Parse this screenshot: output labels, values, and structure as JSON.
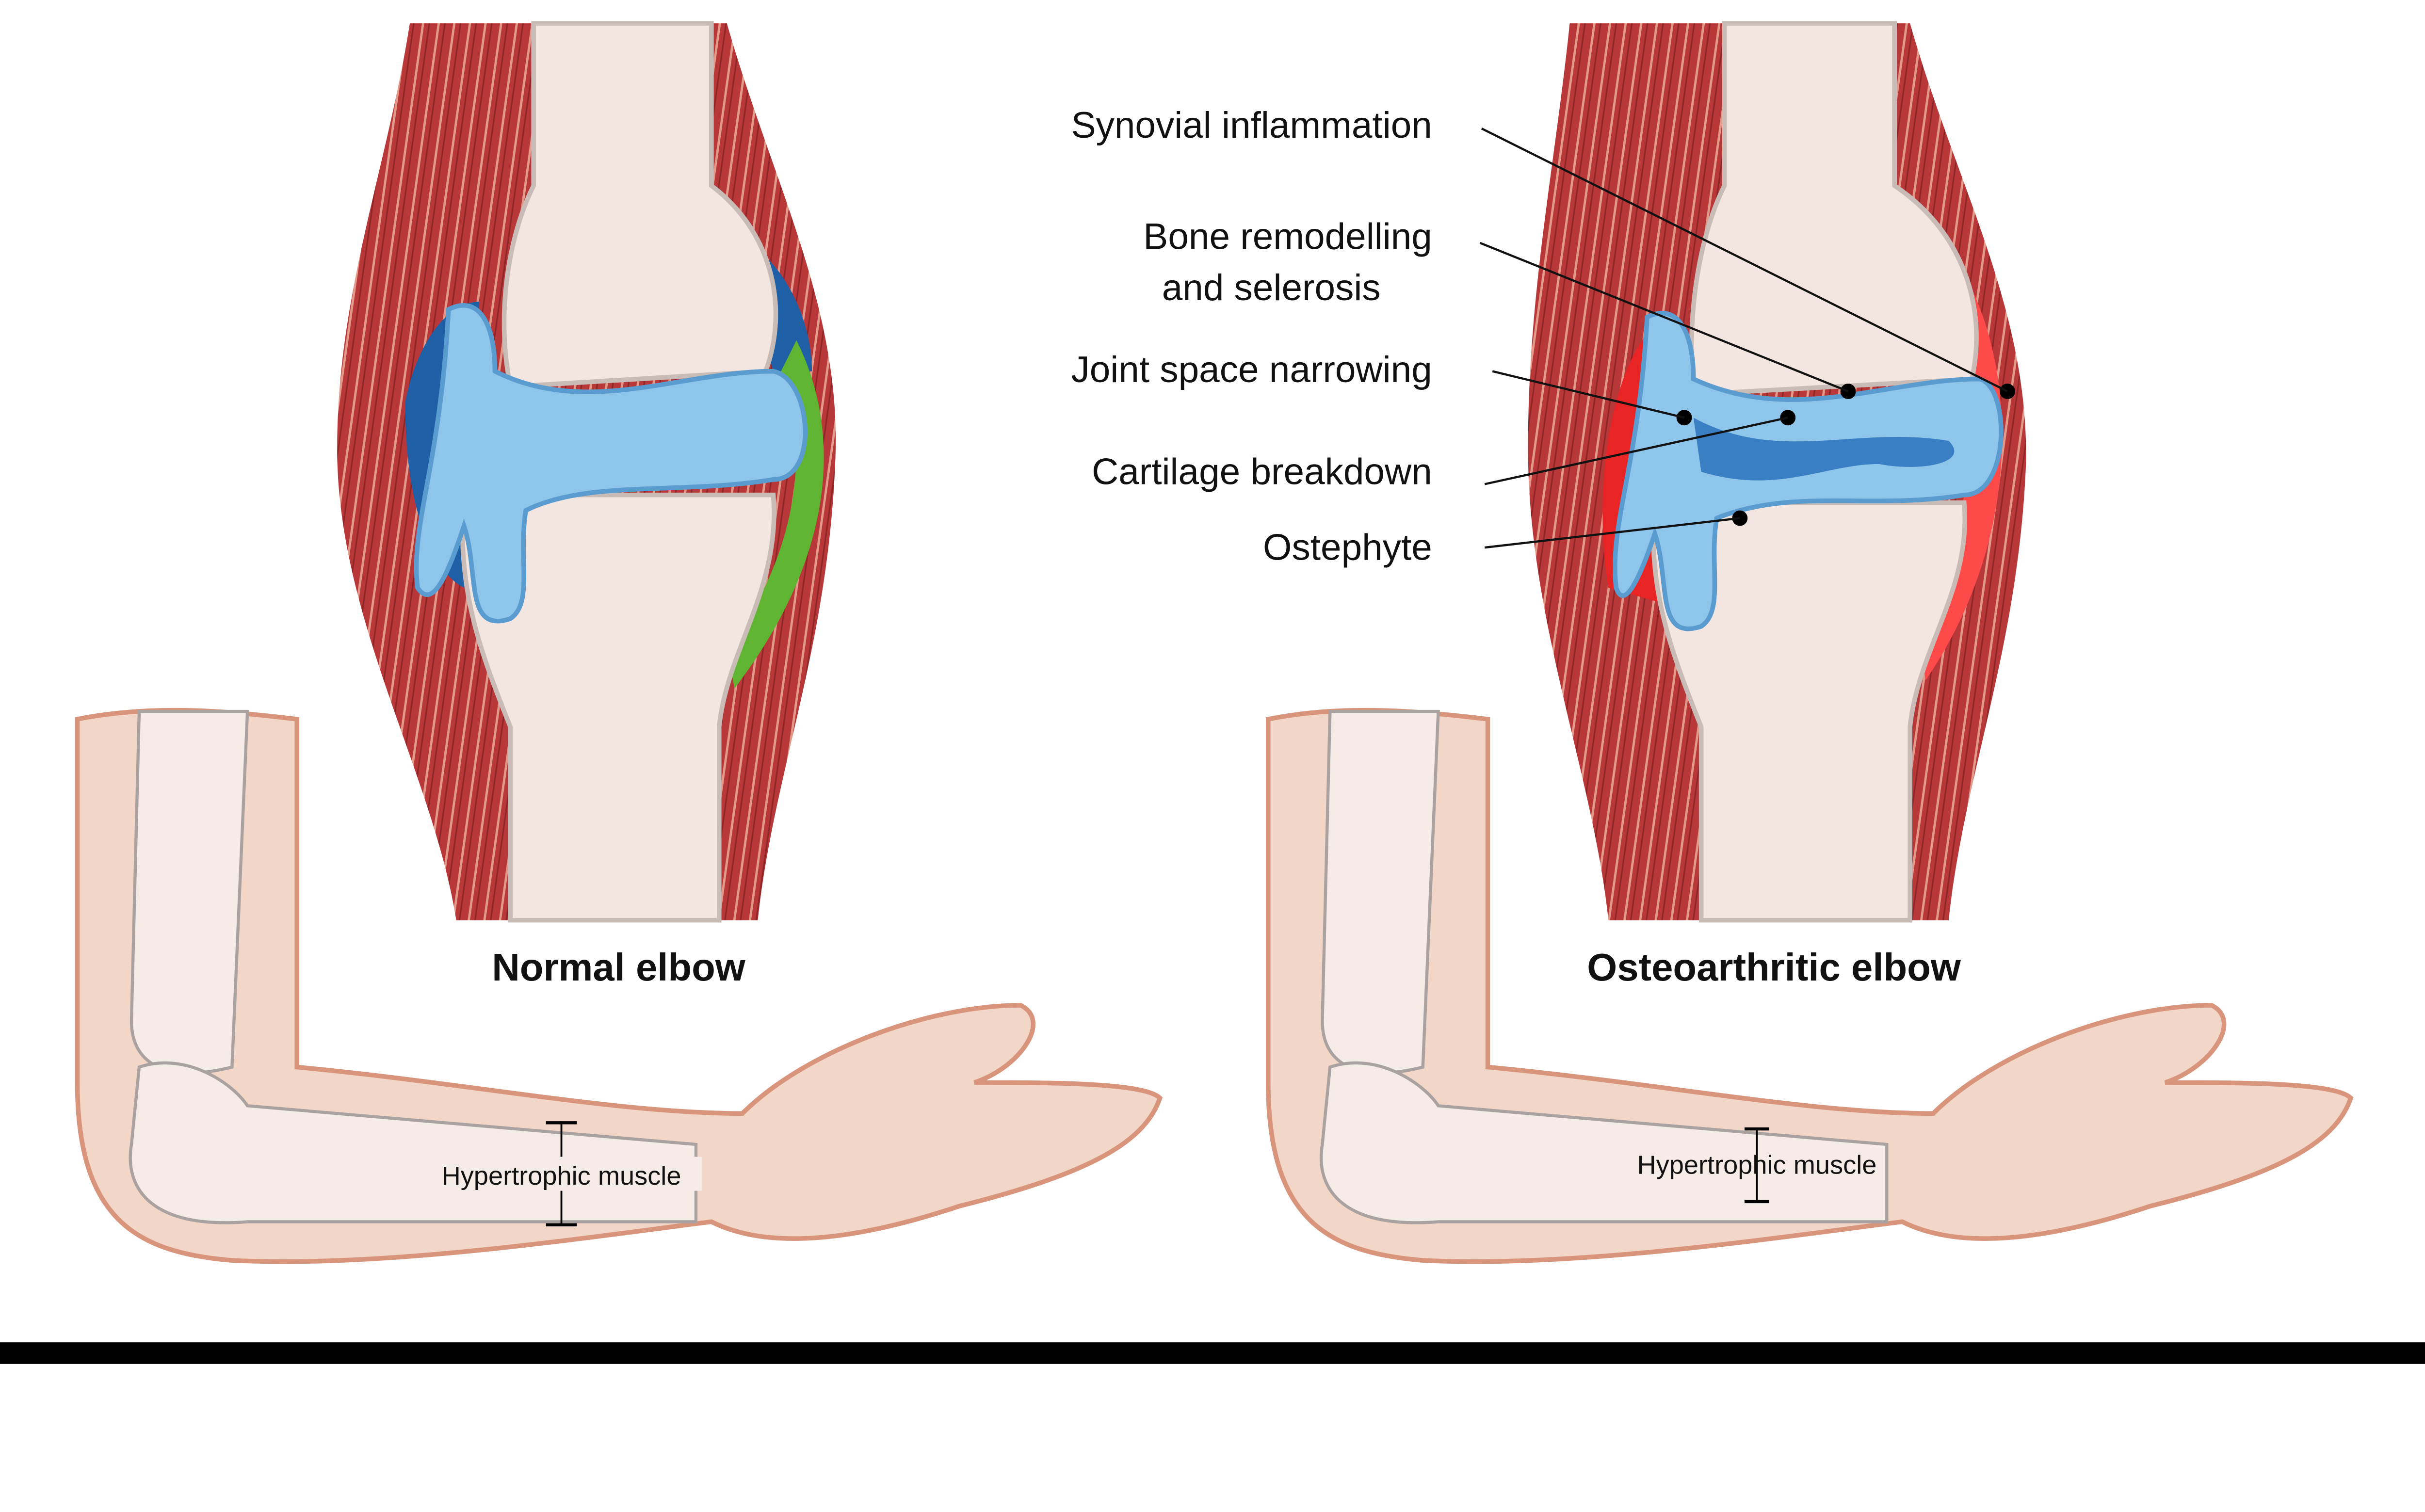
{
  "titles": {
    "normal": "Normal elbow",
    "osteoarthritic": "Osteoarthritic elbow"
  },
  "annotations": {
    "synovial_inflammation": "Synovial inflammation",
    "bone_remodelling_line1": "Bone remodelling",
    "bone_remodelling_line2": "and selerosis",
    "joint_space_narrowing": "Joint space narrowing",
    "cartilage_breakdown": "Cartilage breakdown",
    "ostephyte": "Ostephyte"
  },
  "arm_labels": {
    "normal": "Hypertrophic muscle",
    "osteoarthritic": "Hypertrophic muscle"
  },
  "colors": {
    "muscle": "#b8383a",
    "bone": "#f3e6e0",
    "cartilage": "#8ec5ea",
    "synovium_blue": "#1f5fa6",
    "tendon_green": "#5fb532",
    "inflammation_red": "#e82424",
    "skin": "#f2d6c8"
  }
}
